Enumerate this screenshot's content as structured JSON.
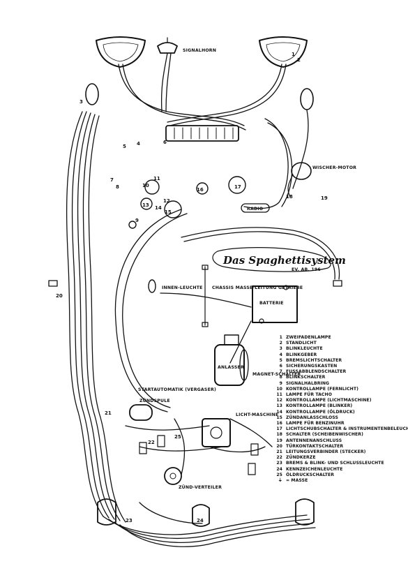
{
  "diagram": {
    "title": "Das Spaghettisystem",
    "subtitle": "EV. AB. 196-",
    "labels": {
      "signalhorn": "SIGNALHORN",
      "wischermotor": "WISCHER-MOTOR",
      "radio": "RADIO",
      "innenleuchte": "INNEN-LEUCHTE",
      "chassis": "CHASSIS MASSE-LEITUNG GETRIEBE",
      "batterie": "BATTERIE",
      "anlasser": "ANLASSER",
      "magnetschalter": "MAGNET-SCHALTER",
      "lichtmaschine": "LICHT-MASCHINE",
      "startautomatik": "STARTAUTOMATIK (VERGASER)",
      "zundspule": "ZÜNDSPULE",
      "zundverteiler": "ZÜND-VERTEILER"
    },
    "legend": [
      {
        "n": "1",
        "text": "ZWEIFADENLAMPE"
      },
      {
        "n": "2",
        "text": "STANDLICHT"
      },
      {
        "n": "3",
        "text": "BLINKLEUCHTE"
      },
      {
        "n": "4",
        "text": "BLINKGEBER"
      },
      {
        "n": "5",
        "text": "BREMSLICHTSCHALTER"
      },
      {
        "n": "6",
        "text": "SICHERUNGSKASTEN"
      },
      {
        "n": "7",
        "text": "FUSSABBLENDSCHALTER"
      },
      {
        "n": "8",
        "text": "BLINKSCHALTER"
      },
      {
        "n": "9",
        "text": "SIGNALHALBRING"
      },
      {
        "n": "10",
        "text": "KONTROLLAMPE (FERNLICHT)"
      },
      {
        "n": "11",
        "text": "LAMPE FÜR TACHO"
      },
      {
        "n": "12",
        "text": "KONTROLLAMPE (LICHTMASCHINE)"
      },
      {
        "n": "13",
        "text": "KONTROLLAMPE (BLINKER)"
      },
      {
        "n": "14",
        "text": "KONTROLLAMPE (ÖLDRUCK)"
      },
      {
        "n": "15",
        "text": "ZÜNDANLASSCHLOSS"
      },
      {
        "n": "16",
        "text": "LAMPE FÜR BENZINUHR"
      },
      {
        "n": "17",
        "text": "LICHTSCHUBSCHALTER & INSTRUMENTENBELEUCHTUNG"
      },
      {
        "n": "18",
        "text": "SCHALTER (SCHEIBENWISCHER)"
      },
      {
        "n": "19",
        "text": "ANTENNENANSCHLUSS"
      },
      {
        "n": "20",
        "text": "TÜRKONTAKTSCHALTER"
      },
      {
        "n": "21",
        "text": "LEITUNGSVERBINDER (STECKER)"
      },
      {
        "n": "22",
        "text": "ZÜNDKERZE"
      },
      {
        "n": "23",
        "text": "BREMS & BLINK- UND SCHLUSSLEUCHTE"
      },
      {
        "n": "24",
        "text": "KENNZEICHENLEUCHTE"
      },
      {
        "n": "25",
        "text": "ÖLDRUCKSCHALTER"
      },
      {
        "n": "⏚",
        "text": "= MASSE"
      }
    ],
    "callouts": [
      "1",
      "2",
      "3",
      "4",
      "5",
      "6",
      "7",
      "8",
      "9",
      "10",
      "11",
      "12",
      "13",
      "14",
      "15",
      "16",
      "17",
      "18",
      "19",
      "20",
      "21",
      "22",
      "23",
      "24",
      "25"
    ]
  }
}
